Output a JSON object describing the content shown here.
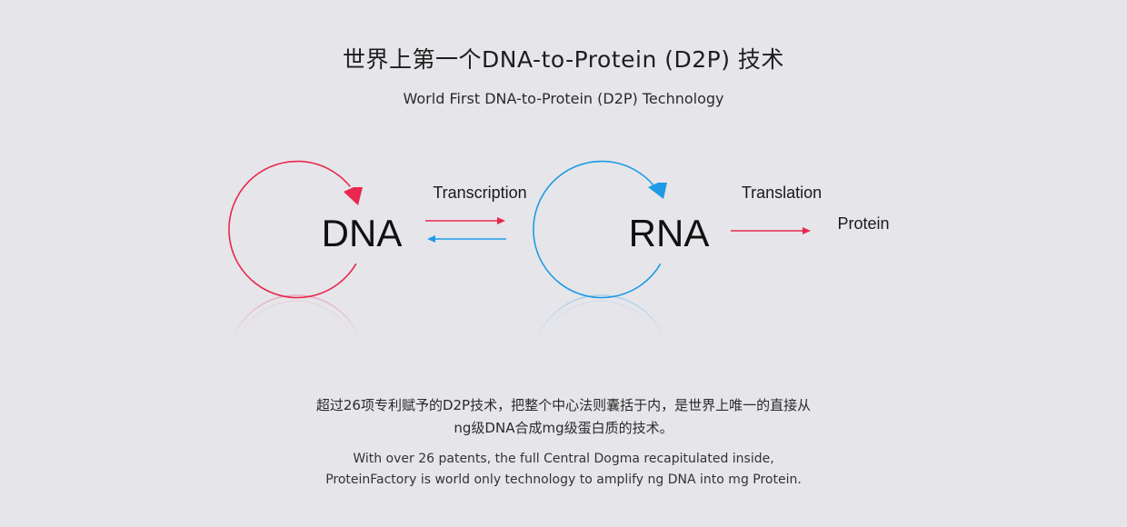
{
  "header": {
    "title_cn": "世界上第一个DNA-to-Protein (D2P) 技术",
    "title_en": "World First DNA-to-Protein (D2P) Technology"
  },
  "diagram": {
    "dna_label": "DNA",
    "rna_label": "RNA",
    "protein_label": "Protein",
    "transcription_label": "Transcription",
    "translation_label": "Translation",
    "colors": {
      "red": "#e8284f",
      "blue": "#1e9be6"
    }
  },
  "description": {
    "cn_line1": "超过26项专利赋予的D2P技术，把整个中心法则囊括于内，是世界上唯一的直接从",
    "cn_line2": "ng级DNA合成mg级蛋白质的技术。",
    "en_line1": "With over 26 patents, the full Central Dogma recapitulated inside,",
    "en_line2": "ProteinFactory is world only technology to amplify ng DNA into mg Protein."
  }
}
